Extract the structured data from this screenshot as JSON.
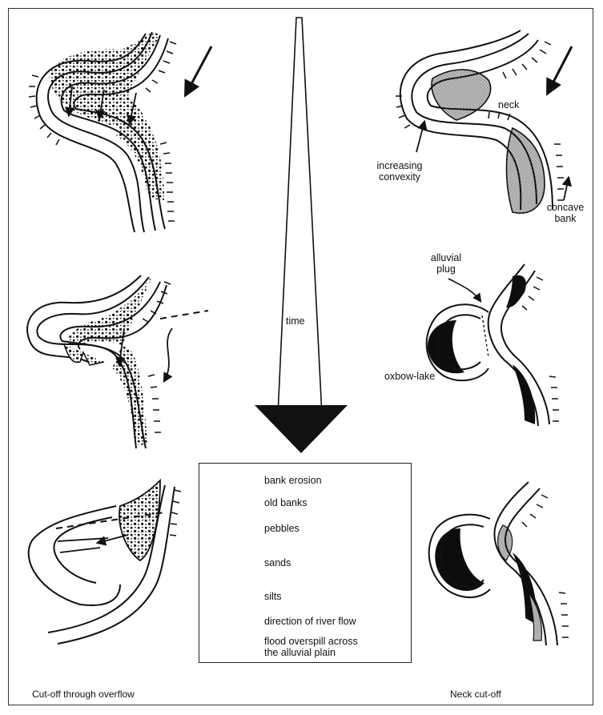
{
  "labels": {
    "time": "time",
    "neck": "neck",
    "increasing_convexity": [
      "increasing",
      "convexity"
    ],
    "concave_bank": [
      "concave",
      "bank"
    ],
    "alluvial_plug": [
      "alluvial",
      "plug"
    ],
    "oxbow_lake": "oxbow-lake"
  },
  "legend": {
    "bank_erosion": "bank erosion",
    "old_banks": "old banks",
    "pebbles": "pebbles",
    "sands": "sands",
    "silts": "silts",
    "river_flow": "direction of river flow",
    "flood_overspill": [
      "flood overspill across",
      "the alluvial plain"
    ]
  },
  "captions": {
    "left": "Cut-off through overflow",
    "right": "Neck cut-off"
  },
  "colors": {
    "ink": "#111111",
    "sand": "#b8b8b8",
    "silt": "#0d0d0d",
    "frame": "#333333"
  }
}
